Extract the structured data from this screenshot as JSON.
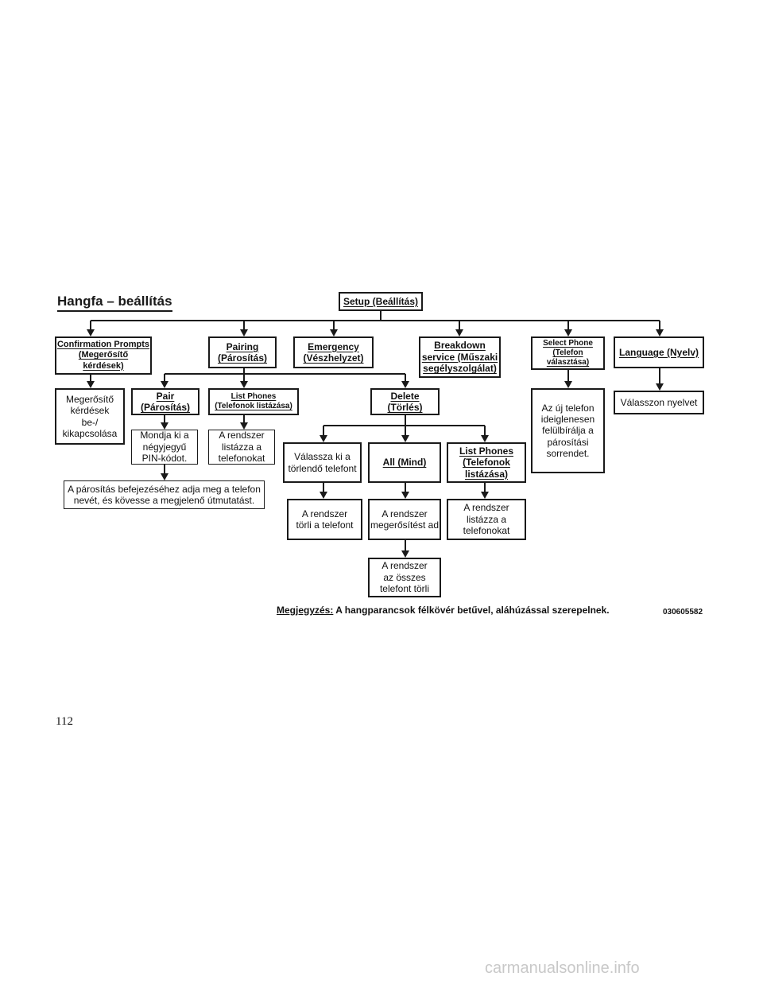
{
  "title": "Hangfa – beállítás",
  "boxes": {
    "setup": [
      "Setup (Beállítás)"
    ],
    "confirm": [
      "Confirmation Prompts",
      "(Megerősítő",
      "kérdések)"
    ],
    "pairing": [
      "Pairing",
      "(Párosítás)"
    ],
    "emergency": [
      "Emergency",
      "(Vészhelyzet)"
    ],
    "breakdown": [
      "Breakdown",
      "service (Műszaki",
      "segélyszolgálat)"
    ],
    "select_phone": [
      "Select Phone",
      "(Telefon",
      "választása)"
    ],
    "language": [
      "Language (Nyelv)"
    ],
    "confirm_desc": [
      "Megerősítő",
      "kérdések",
      "be-/",
      "kikapcsolása"
    ],
    "pair": [
      "Pair",
      "(Párosítás)"
    ],
    "list_phones_1": [
      "List Phones",
      "(Telefonok listázása)"
    ],
    "delete": [
      "Delete",
      "(Törlés)"
    ],
    "select_phone_desc": [
      "Az új telefon",
      "ideiglenesen",
      "felülbírálja a",
      "párosítási",
      "sorrendet."
    ],
    "language_desc": [
      "Válasszon nyelvet"
    ],
    "pin_desc": [
      "Mondja ki a",
      "négyjegyű",
      "PIN-kódot."
    ],
    "list_phones_1_desc": [
      "A rendszer",
      "listázza a",
      "telefonokat"
    ],
    "pair_final": [
      "A párosítás befejezéséhez adja meg a telefon",
      "nevét, és kövesse a megjelenő útmutatást."
    ],
    "choose_phone": [
      "Válassza ki a",
      "törlendő telefont"
    ],
    "all": [
      "All (Mind)"
    ],
    "list_phones_2": [
      "List Phones",
      "(Telefonok",
      "listázása)"
    ],
    "deletes_phone": [
      "A rendszer",
      "törli a telefont"
    ],
    "confirms": [
      "A rendszer",
      "megerősítést ad"
    ],
    "list_phones_2_desc": [
      "A rendszer",
      "listázza a",
      "telefonokat"
    ],
    "deletes_all": [
      "A rendszer",
      "az összes",
      "telefont törli"
    ]
  },
  "note": {
    "label": "Megjegyzés:",
    "text": " A hangparancsok félkövér betűvel, aláhúzással szerepelnek."
  },
  "figure_code": "030605582",
  "page_number": "112",
  "watermark": "carmanualsonline.info"
}
